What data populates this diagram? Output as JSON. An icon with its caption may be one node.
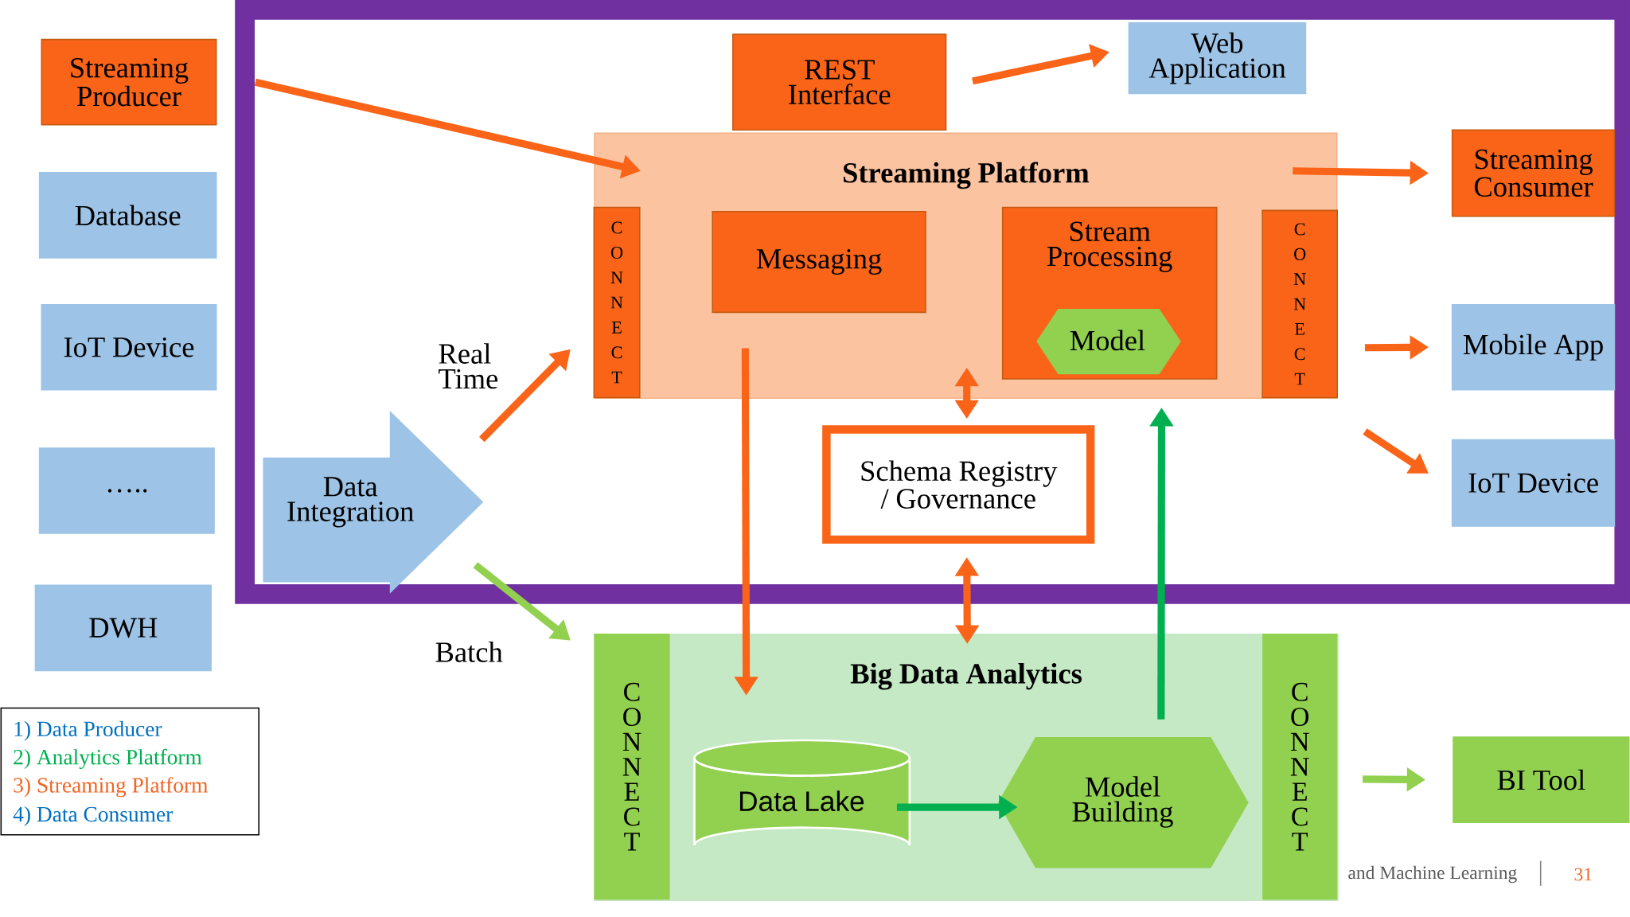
{
  "diagram": {
    "nodes": [
      {
        "text": [
          "Streaming Producer"
        ]
      },
      {
        "text": [
          "Database"
        ]
      },
      {
        "text": [
          "IoT Device"
        ]
      },
      {
        "text": [
          "….."
        ]
      },
      {
        "text": [
          "DWH"
        ]
      },
      {
        "text": [
          "Data Integration"
        ]
      },
      {
        "text": [
          "REST Interface"
        ]
      },
      {
        "text": [
          "Web Application"
        ]
      },
      {
        "text": [
          "Streaming Platform"
        ]
      },
      {
        "text": [
          "C O N N E C T"
        ],
        "in": 8
      },
      {
        "text": [
          "Messaging"
        ],
        "in": 8
      },
      {
        "text": [
          "Stream Processing"
        ],
        "in": 8
      },
      {
        "text": [
          "Model"
        ],
        "in": 11
      },
      {
        "text": [
          "C O N N E C T"
        ],
        "in": 8
      },
      {
        "text": [
          "Streaming Consumer"
        ]
      },
      {
        "text": [
          "Mobile App"
        ]
      },
      {
        "text": [
          "IoT Device"
        ]
      },
      {
        "text": [
          "Schema Registry / Governance"
        ]
      },
      {
        "text": [
          "Big Data Analytics"
        ]
      },
      {
        "text": [
          "C O N N E C T"
        ],
        "in": 18
      },
      {
        "text": [
          "Data Lake"
        ],
        "in": 18
      },
      {
        "text": [
          "Model Building"
        ],
        "in": 18
      },
      {
        "text": [
          "C O N N E C T"
        ],
        "in": 18
      },
      {
        "text": [
          "BI Tool"
        ]
      }
    ],
    "edges": [
      {
        "from": 0,
        "to": 8,
        "arrow": "to"
      },
      {
        "from": 6,
        "to": 7,
        "arrow": "to"
      },
      {
        "from": 8,
        "to": 14,
        "arrow": "to"
      },
      {
        "from": 13,
        "to": 15,
        "arrow": "to"
      },
      {
        "from": 13,
        "to": 16,
        "arrow": "to"
      },
      {
        "from": 5,
        "to": 9,
        "arrow": "to",
        "label": "Real Time"
      },
      {
        "from": 5,
        "to": 19,
        "arrow": "to",
        "label": "Batch",
        "color": "#92d050"
      },
      {
        "from": 10,
        "to": 20,
        "arrow": "to"
      },
      {
        "from": 17,
        "to": 8,
        "arrow": "both"
      },
      {
        "from": 17,
        "to": 18,
        "arrow": "both"
      },
      {
        "from": 20,
        "to": 21,
        "arrow": "to",
        "color": "#00b050"
      },
      {
        "from": 21,
        "to": 11,
        "arrow": "to",
        "color": "#00b050"
      },
      {
        "from": 22,
        "to": 23,
        "arrow": "to",
        "color": "#92d050"
      }
    ],
    "labels": [
      "1) Data Producer",
      "2) Analytics Platform",
      "3) Streaming Platform",
      "4) Data Consumer",
      "and Machine Learning",
      "31"
    ]
  }
}
